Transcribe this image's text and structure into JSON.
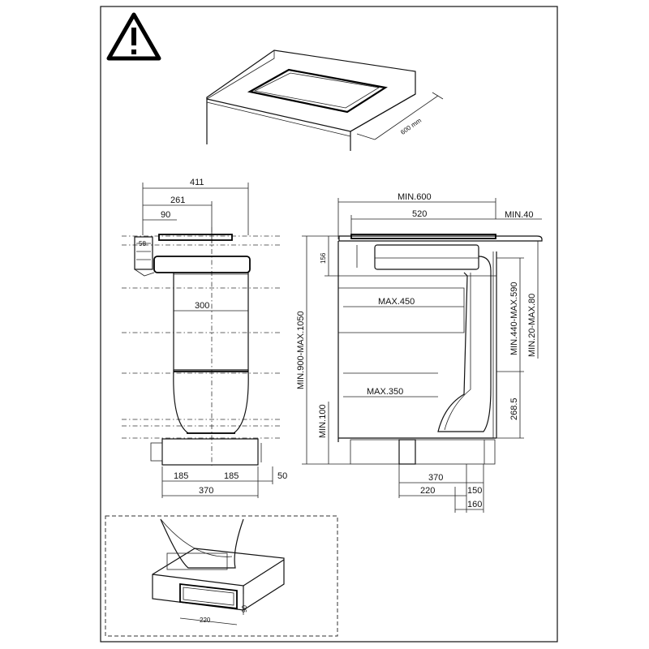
{
  "warning": {
    "icon": "warning-triangle-icon"
  },
  "counter": {
    "depth_label": "600 mm"
  },
  "side_view": {
    "width_total": "411",
    "width_261": "261",
    "width_90": "90",
    "duct_width": "300",
    "base_left": "185",
    "base_right": "185",
    "base_total": "370",
    "offset_50": "50"
  },
  "front_view": {
    "min_600": "MIN.600",
    "width_520": "520",
    "min_40": "MIN.40",
    "height_156": "156",
    "max_450": "MAX.450",
    "max_350": "MAX.350",
    "height_range": "MIN.900-MAX.1050",
    "min_100": "MIN.100",
    "range_440_590": "MIN.440-MAX.590",
    "range_20_80": "MIN.20-MAX.80",
    "height_268_5": "268.5",
    "base_370": "370",
    "base_220": "220",
    "base_150": "150",
    "base_160": "160"
  },
  "detail": {
    "width_220": "220",
    "height_90": "90"
  }
}
